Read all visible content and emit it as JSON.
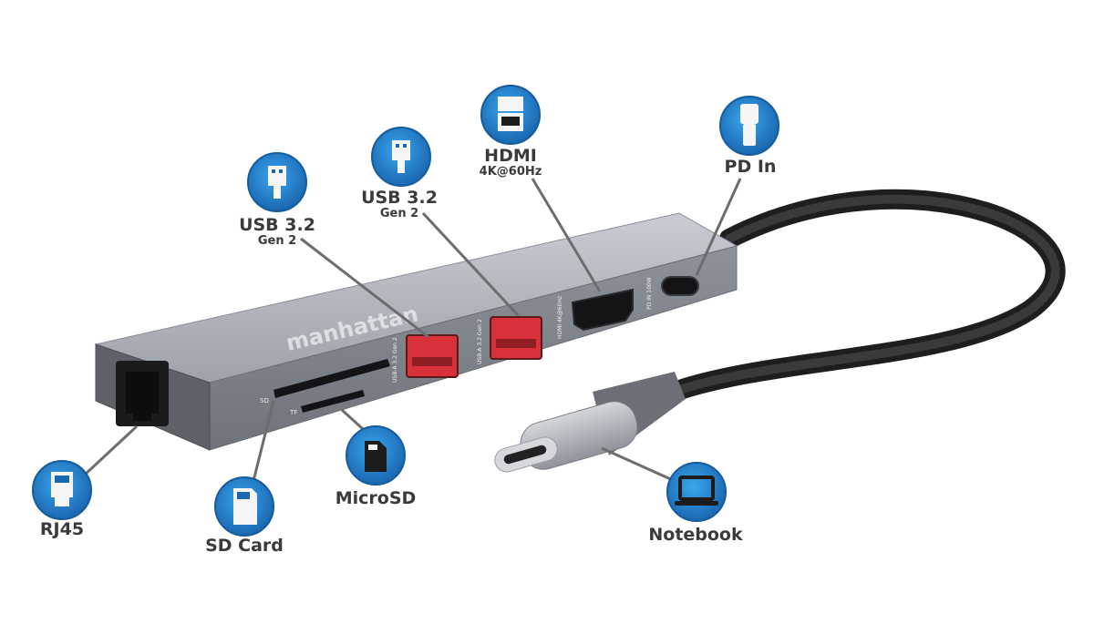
{
  "brand": "manhattan",
  "colors": {
    "icon_outer": "#1f6fb6",
    "icon_inner": "#2f96e0",
    "hub_body": "#9a9ea6",
    "usb_port": "#e23a3a",
    "cable": "#1e1e1e",
    "label_text": "#3a3a3a",
    "leader_line": "#6d6d6d"
  },
  "callouts": [
    {
      "id": "rj45",
      "label": "RJ45",
      "sublabel": "",
      "icon": "ethernet-icon"
    },
    {
      "id": "sd",
      "label": "SD Card",
      "sublabel": "",
      "icon": "sd-card-icon"
    },
    {
      "id": "microsd",
      "label": "MicroSD",
      "sublabel": "",
      "icon": "microsd-icon"
    },
    {
      "id": "usb1",
      "label": "USB 3.2",
      "sublabel": "Gen 2",
      "icon": "usb-a-icon"
    },
    {
      "id": "usb2",
      "label": "USB 3.2",
      "sublabel": "Gen 2",
      "icon": "usb-a-icon"
    },
    {
      "id": "hdmi",
      "label": "HDMI",
      "sublabel": "4K@60Hz",
      "icon": "hdmi-icon"
    },
    {
      "id": "pd",
      "label": "PD In",
      "sublabel": "",
      "icon": "usb-c-icon"
    },
    {
      "id": "notebook",
      "label": "Notebook",
      "sublabel": "",
      "icon": "laptop-icon"
    }
  ],
  "port_markings": {
    "sd": "SD",
    "tf": "TF",
    "usb1": "USB-A 3.2 Gen 2",
    "usb2": "USB-A 3.2 Gen 2",
    "hdmi": "HDMI 4K@60Hz",
    "pd": "PD IN 100W"
  }
}
